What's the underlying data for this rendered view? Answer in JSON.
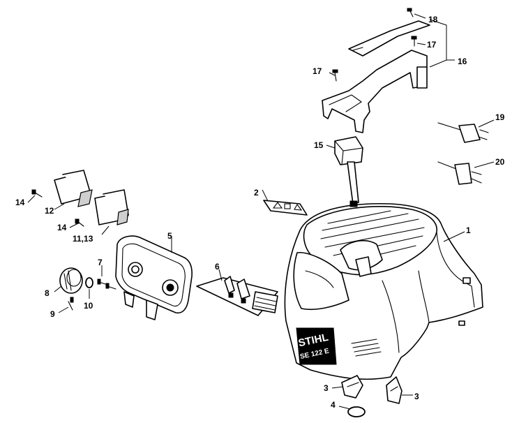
{
  "diagram": {
    "brand_text": "STIHL",
    "model_text": "SE 122 E",
    "callouts": [
      {
        "id": "c1",
        "label": "1"
      },
      {
        "id": "c2",
        "label": "2"
      },
      {
        "id": "c3a",
        "label": "3"
      },
      {
        "id": "c3b",
        "label": "3"
      },
      {
        "id": "c4",
        "label": "4"
      },
      {
        "id": "c5",
        "label": "5"
      },
      {
        "id": "c6",
        "label": "6"
      },
      {
        "id": "c7",
        "label": "7"
      },
      {
        "id": "c8",
        "label": "8"
      },
      {
        "id": "c9",
        "label": "9"
      },
      {
        "id": "c10",
        "label": "10"
      },
      {
        "id": "c11",
        "label": "11,13"
      },
      {
        "id": "c12",
        "label": "12"
      },
      {
        "id": "c14a",
        "label": "14"
      },
      {
        "id": "c14b",
        "label": "14"
      },
      {
        "id": "c15",
        "label": "15"
      },
      {
        "id": "c16",
        "label": "16"
      },
      {
        "id": "c17a",
        "label": "17"
      },
      {
        "id": "c17b",
        "label": "17"
      },
      {
        "id": "c18",
        "label": "18"
      },
      {
        "id": "c19",
        "label": "19"
      },
      {
        "id": "c20",
        "label": "20"
      }
    ]
  }
}
